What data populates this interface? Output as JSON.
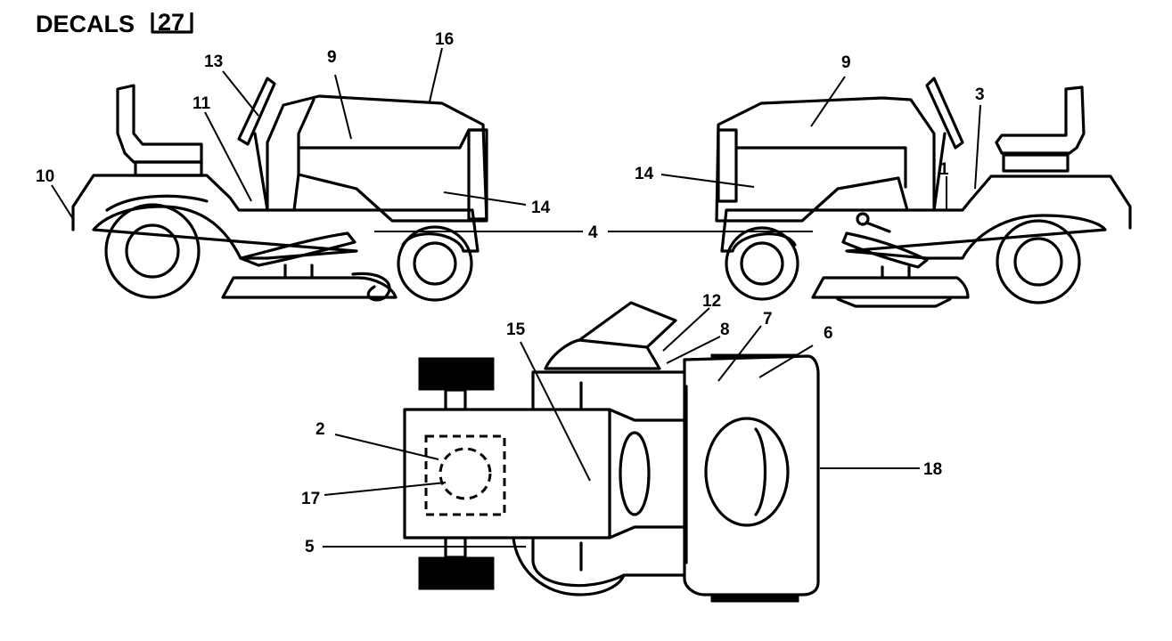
{
  "header": {
    "title": "DECALS",
    "page_number": "27"
  },
  "callouts": [
    "1",
    "2",
    "3",
    "4",
    "5",
    "6",
    "7",
    "8",
    "9",
    "10",
    "11",
    "12",
    "13",
    "14",
    "15",
    "16",
    "17",
    "18"
  ]
}
